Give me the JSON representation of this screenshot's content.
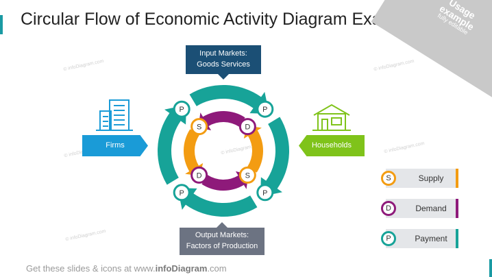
{
  "title": "Circular Flow of Economic Activity Diagram Example",
  "ribbon": {
    "line1": "Usage",
    "line2": "example",
    "line3": "fully editable"
  },
  "input_markets": {
    "line1": "Input Markets:",
    "line2": "Goods Services"
  },
  "output_markets": {
    "line1": "Output Markets:",
    "line2": "Factors of Production"
  },
  "firms": "Firms",
  "households": "Households",
  "legend": [
    {
      "letter": "S",
      "label": "Supply",
      "color": "#f39c12"
    },
    {
      "letter": "D",
      "label": "Demand",
      "color": "#8e1a7a"
    },
    {
      "letter": "P",
      "label": "Payment",
      "color": "#17a398"
    }
  ],
  "markers": {
    "outer_letter": "P",
    "inner_letters": [
      "S",
      "D",
      "D",
      "S"
    ]
  },
  "footer": {
    "prefix": "Get these slides & icons at www.",
    "brand": "infoDiagram",
    "suffix": ".com"
  },
  "watermark": "© infoDiagram.com",
  "colors": {
    "teal": "#17a398",
    "purple": "#8e1a7a",
    "orange": "#f39c12",
    "navy": "#1b4f75",
    "gray": "#6c7382",
    "blue": "#1a9bd7",
    "green": "#7fc31a"
  }
}
